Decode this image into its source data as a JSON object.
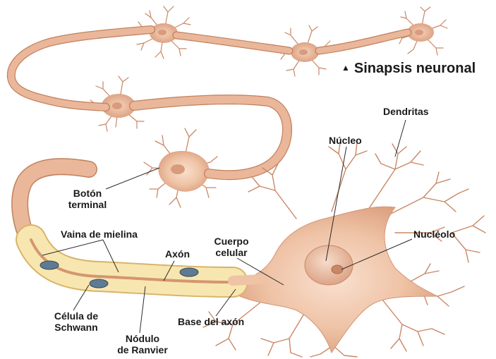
{
  "title": "Sinapsis neuronal",
  "title_marker": "▲",
  "labels": {
    "dendritas": "Dendritas",
    "nucleo": "Núcleo",
    "nucleolo": "Nucléolo",
    "boton_terminal_1": "Botón",
    "boton_terminal_2": "terminal",
    "vaina_mielina": "Vaina de mielina",
    "axon": "Axón",
    "cuerpo_celular_1": "Cuerpo",
    "cuerpo_celular_2": "celular",
    "celula_schwann_1": "Célula de",
    "celula_schwann_2": "Schwann",
    "nodulo_ranvier_1": "Nódulo",
    "nodulo_ranvier_2": "de Ranvier",
    "base_axon": "Base del axón"
  },
  "colors": {
    "cell_fill": "#efc3a6",
    "cell_dark": "#d99a78",
    "cell_light": "#f9e0cf",
    "dendrite": "#c98766",
    "myelin_pink": "#eab79a",
    "myelin_outline": "#c2825f",
    "myelin_yellow": "#f8e6b0",
    "myelin_yellow_edge": "#d8b46a",
    "schwann_nucleus": "#5e7b93",
    "leader_line": "#2a2a2a"
  }
}
